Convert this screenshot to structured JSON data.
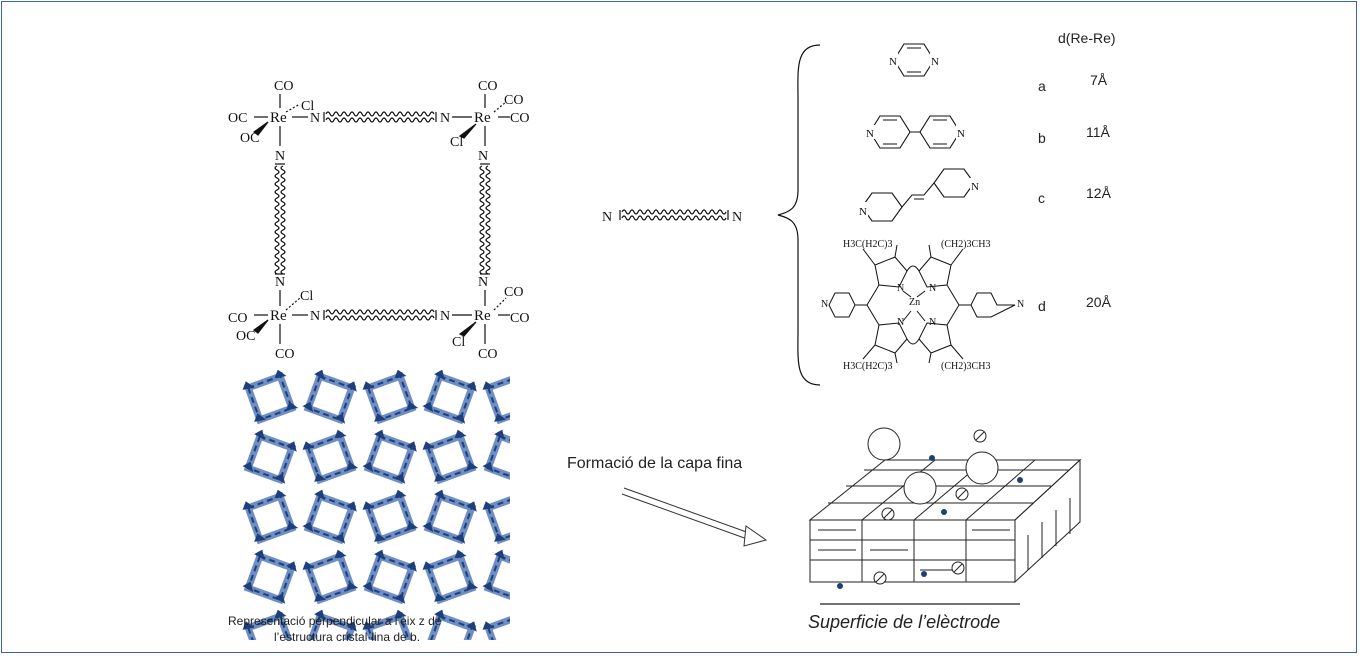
{
  "header": {
    "distance_label": "d(Re-Re)"
  },
  "ligands": [
    {
      "letter": "a",
      "distance": "7Å"
    },
    {
      "letter": "b",
      "distance": "11Å"
    },
    {
      "letter": "c",
      "distance": "12Å"
    },
    {
      "letter": "d",
      "distance": "20Å"
    }
  ],
  "chem": {
    "co": "CO",
    "oc": "OC",
    "cl": "Cl",
    "re": "Re",
    "n": "N",
    "zn": "Zn",
    "porph_tl": "H3C(H2C)3",
    "porph_tr": "(CH2)3CH3",
    "porph_bl": "H3C(H2C)3",
    "porph_br": "(CH2)3CH3"
  },
  "caption": {
    "line1": "Representació perpendicular a l’eix z de",
    "line2": "l’estructura cristal·lina de b."
  },
  "arrow_label": "Formació de la capa fina",
  "surface_label": "Superficie de l’elèctrode",
  "colors": {
    "frame": "#3b63a8",
    "crystal_dark": "#1f3f7a",
    "crystal_light": "#6f8fc4"
  }
}
